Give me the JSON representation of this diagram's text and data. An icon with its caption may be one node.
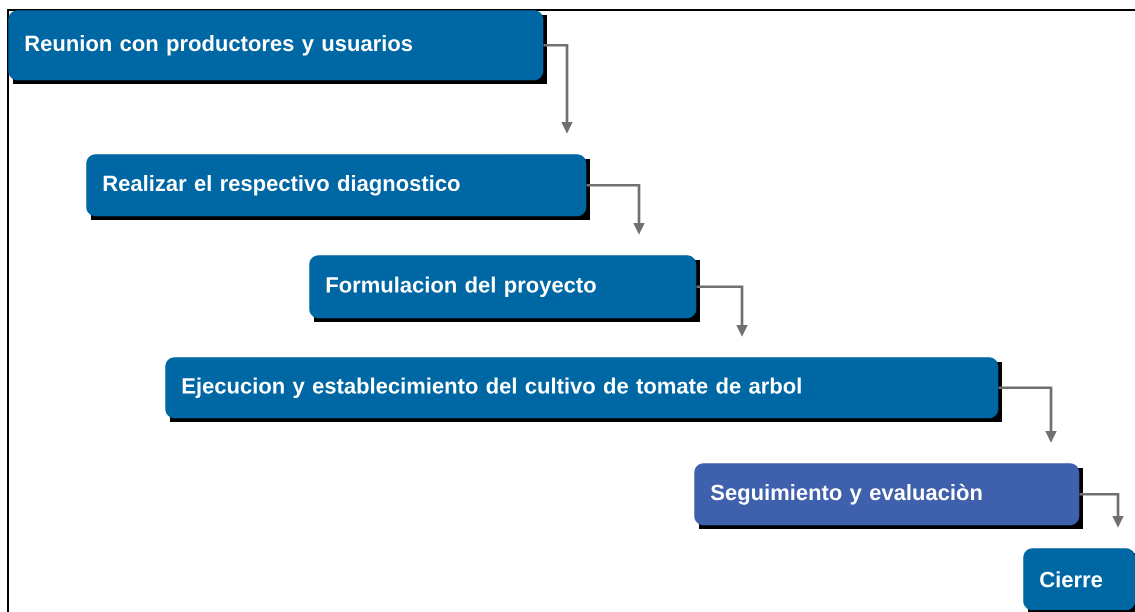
{
  "diagram": {
    "nodes": [
      {
        "text": [
          "Reunion con productores y usuarios"
        ]
      },
      {
        "text": [
          "Realizar el respectivo diagnostico"
        ]
      },
      {
        "text": [
          "Formulacion del proyecto"
        ]
      },
      {
        "text": [
          "Ejecucion y establecimiento del cultivo de tomate de arbol"
        ]
      },
      {
        "text": [
          "Seguimiento y evaluaciòn"
        ]
      },
      {
        "text": [
          "Cierre"
        ]
      }
    ],
    "edges": [
      {
        "from": 0,
        "to": 1,
        "arrow": "to"
      },
      {
        "from": 1,
        "to": 2,
        "arrow": "to"
      },
      {
        "from": 2,
        "to": 3,
        "arrow": "to"
      },
      {
        "from": 3,
        "to": 4,
        "arrow": "to"
      },
      {
        "from": 4,
        "to": 5,
        "arrow": "to"
      }
    ]
  }
}
